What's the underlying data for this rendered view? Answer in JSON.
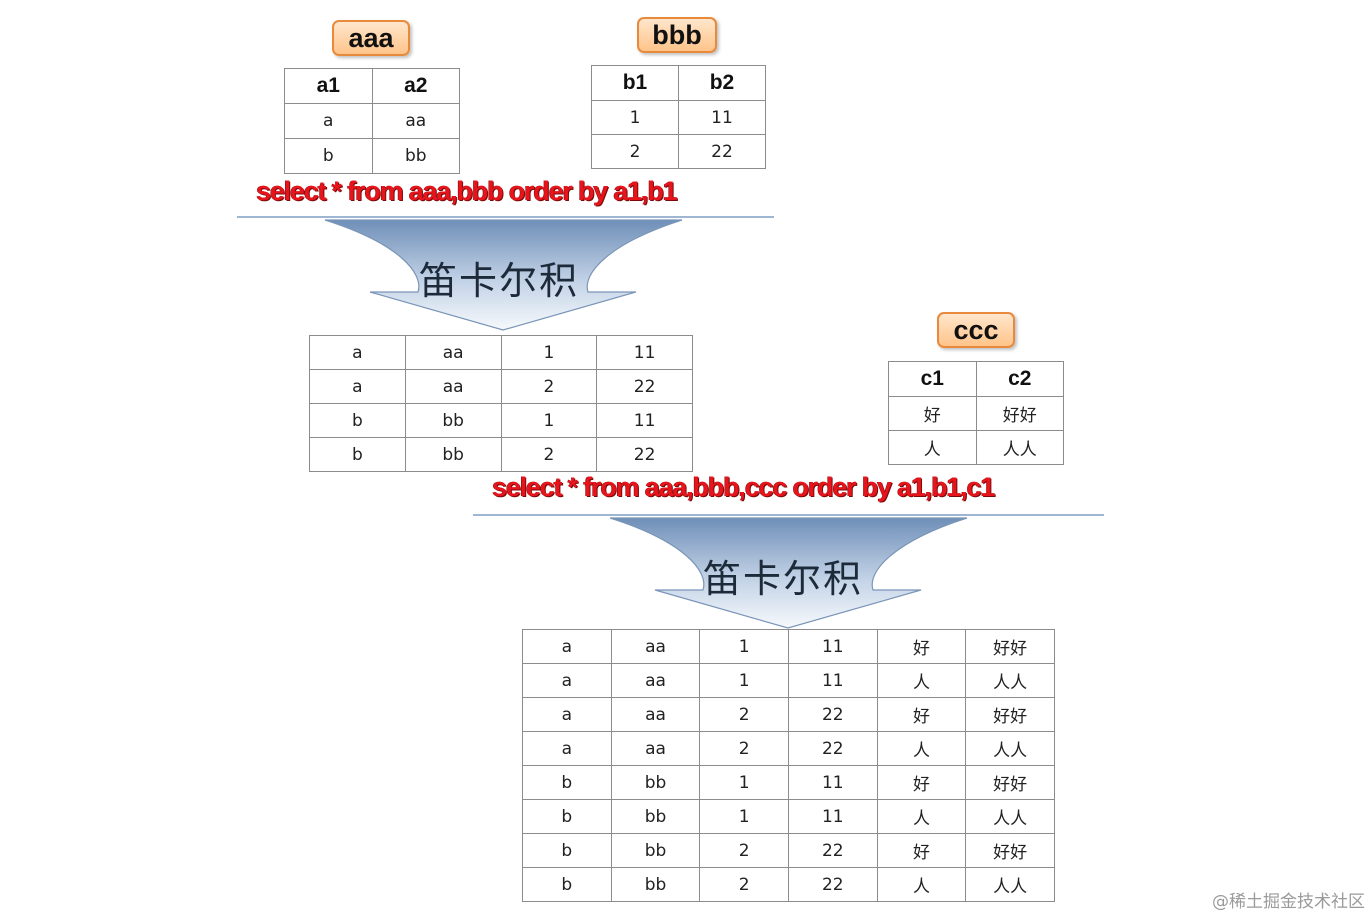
{
  "tables": {
    "aaa": {
      "name": "aaa",
      "header": [
        "a1",
        "a2"
      ],
      "rows": [
        [
          "a",
          "aa"
        ],
        [
          "b",
          "bb"
        ]
      ]
    },
    "bbb": {
      "name": "bbb",
      "header": [
        "b1",
        "b2"
      ],
      "rows": [
        [
          "1",
          "11"
        ],
        [
          "2",
          "22"
        ]
      ]
    },
    "ccc": {
      "name": "ccc",
      "header": [
        "c1",
        "c2"
      ],
      "rows": [
        [
          "好",
          "好好"
        ],
        [
          "人",
          "人人"
        ]
      ]
    }
  },
  "queries": {
    "q1": "select * from aaa,bbb order by a1,b1",
    "q2": "select * from aaa,bbb,ccc order by a1,b1,c1"
  },
  "funnel_label": "笛卡尔积",
  "result1": {
    "rows": [
      [
        "a",
        "aa",
        "1",
        "11"
      ],
      [
        "a",
        "aa",
        "2",
        "22"
      ],
      [
        "b",
        "bb",
        "1",
        "11"
      ],
      [
        "b",
        "bb",
        "2",
        "22"
      ]
    ]
  },
  "result2": {
    "rows": [
      [
        "a",
        "aa",
        "1",
        "11",
        "好",
        "好好"
      ],
      [
        "a",
        "aa",
        "1",
        "11",
        "人",
        "人人"
      ],
      [
        "a",
        "aa",
        "2",
        "22",
        "好",
        "好好"
      ],
      [
        "a",
        "aa",
        "2",
        "22",
        "人",
        "人人"
      ],
      [
        "b",
        "bb",
        "1",
        "11",
        "好",
        "好好"
      ],
      [
        "b",
        "bb",
        "1",
        "11",
        "人",
        "人人"
      ],
      [
        "b",
        "bb",
        "2",
        "22",
        "好",
        "好好"
      ],
      [
        "b",
        "bb",
        "2",
        "22",
        "人",
        "人人"
      ]
    ]
  },
  "watermark": "@稀土掘金技术社区"
}
